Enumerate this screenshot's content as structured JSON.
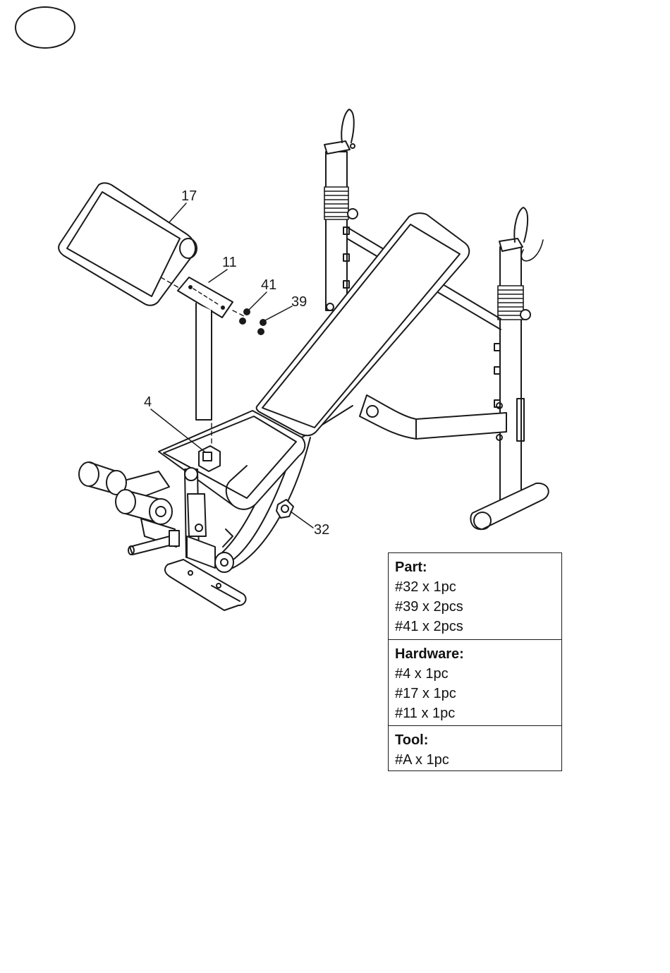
{
  "callouts": {
    "c17": "17",
    "c11": "11",
    "c41": "41",
    "c39": "39",
    "c4": "4",
    "c32": "32"
  },
  "parts_list": {
    "part": {
      "title": "Part:",
      "items": [
        "#32 x 1pc",
        "#39 x 2pcs",
        "#41 x 2pcs"
      ]
    },
    "hardware": {
      "title": "Hardware:",
      "items": [
        "#4 x 1pc",
        "#17 x 1pc",
        "#11 x 1pc"
      ]
    },
    "tool": {
      "title": "Tool:",
      "items": [
        "#A x 1pc"
      ]
    }
  }
}
